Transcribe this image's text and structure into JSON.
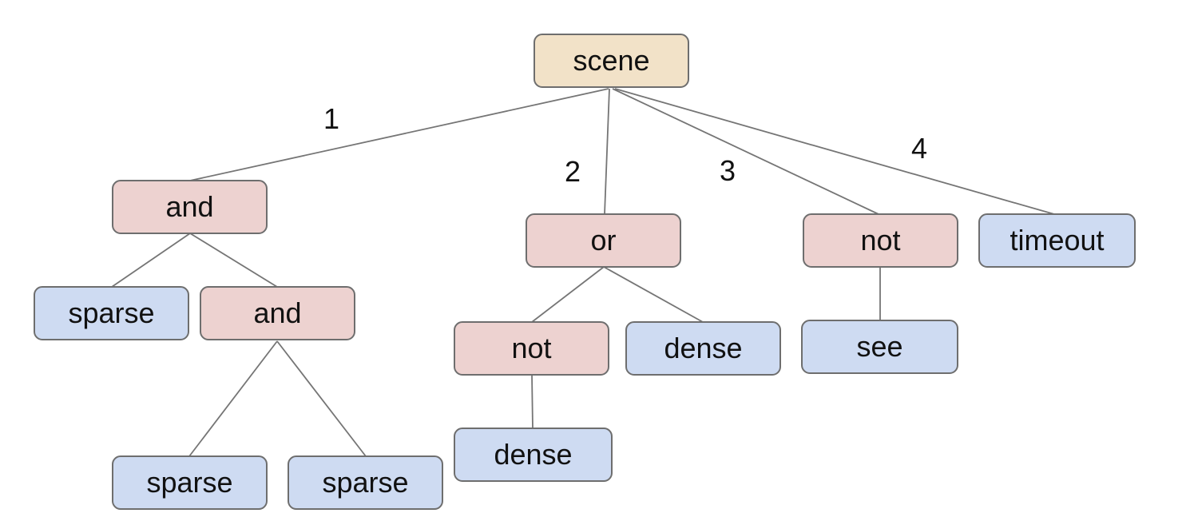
{
  "diagram": {
    "kind_of_figure": "tree",
    "colors": {
      "background": "#ffffff",
      "root_fill": "#f2e2c8",
      "operator_fill": "#edd2d0",
      "leaf_fill": "#cedbf2",
      "node_border": "#6e6e6e",
      "edge_line": "#757575",
      "text": "#111111"
    },
    "tree": {
      "label": "scene",
      "kind": "root",
      "children": [
        {
          "edge": "1",
          "label": "and",
          "kind": "operator",
          "children": [
            {
              "label": "sparse",
              "kind": "leaf"
            },
            {
              "label": "and",
              "kind": "operator",
              "children": [
                {
                  "label": "sparse",
                  "kind": "leaf"
                },
                {
                  "label": "sparse",
                  "kind": "leaf"
                }
              ]
            }
          ]
        },
        {
          "edge": "2",
          "label": "or",
          "kind": "operator",
          "children": [
            {
              "label": "not",
              "kind": "operator",
              "children": [
                {
                  "label": "dense",
                  "kind": "leaf"
                }
              ]
            },
            {
              "label": "dense",
              "kind": "leaf"
            }
          ]
        },
        {
          "edge": "3",
          "label": "not",
          "kind": "operator",
          "children": [
            {
              "label": "see",
              "kind": "leaf"
            }
          ]
        },
        {
          "edge": "4",
          "label": "timeout",
          "kind": "leaf"
        }
      ]
    }
  }
}
